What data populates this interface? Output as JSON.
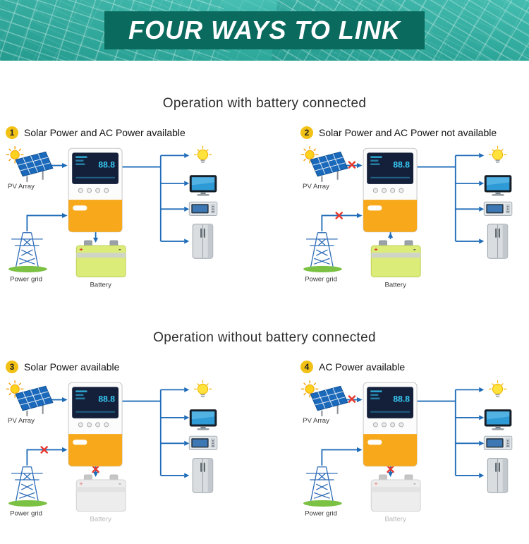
{
  "banner": {
    "title": "FOUR WAYS TO LINK"
  },
  "sections": [
    {
      "heading": "Operation with battery connected"
    },
    {
      "heading": "Operation without battery connected"
    }
  ],
  "panels": [
    {
      "number": "1",
      "title": "Solar Power and AC Power available",
      "battery": "connected",
      "unavailable_sources": []
    },
    {
      "number": "2",
      "title": "Solar Power and AC Power not available",
      "battery": "connected",
      "unavailable_sources": [
        "solar",
        "ac-grid"
      ]
    },
    {
      "number": "3",
      "title": "Solar Power available",
      "battery": "disconnected",
      "unavailable_sources": [
        "ac-grid",
        "battery"
      ]
    },
    {
      "number": "4",
      "title": "AC Power available",
      "battery": "disconnected",
      "unavailable_sources": [
        "solar",
        "battery"
      ]
    }
  ],
  "diagram_labels": {
    "pv_array": "PV Array",
    "power_grid": "Power grid",
    "battery": "Battery"
  },
  "inverter_display": "88.8",
  "colors": {
    "banner_teal": "#33b2a4",
    "title_box_teal": "#0a6a5e",
    "wire_blue": "#1e6bb8",
    "inverter_yellow": "#f7a81b",
    "battery_green": "#dcec79",
    "badge_yellow": "#f2c115",
    "cross_red": "#e8382e"
  }
}
